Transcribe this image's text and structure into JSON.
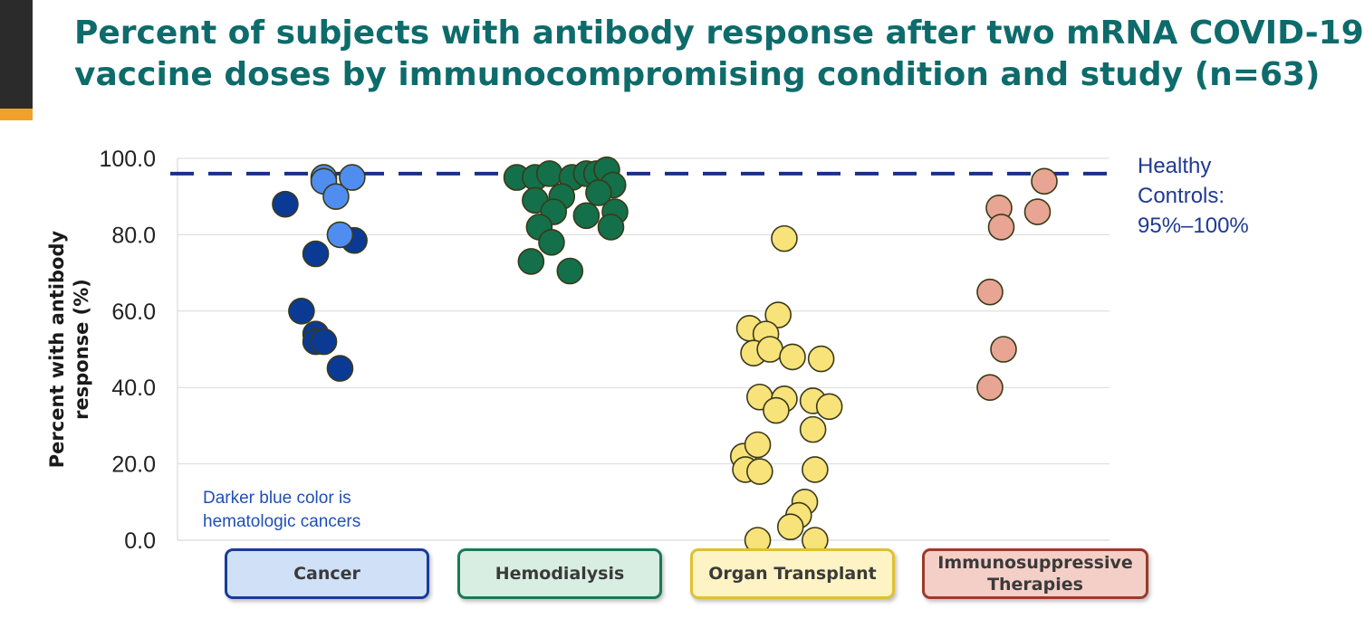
{
  "title_lines": [
    "Percent of subjects with antibody response after two mRNA COVID-19",
    "vaccine doses by immunocompromising condition and study (n=63)"
  ],
  "healthy_controls_lines": [
    "Healthy",
    "Controls:",
    "95%–100%"
  ],
  "note_lines": [
    "Darker blue color is",
    "hematologic cancers"
  ],
  "colors": {
    "title": "#0e6b6b",
    "hematologic": "#0a3a94",
    "solid": "#4f8ef0",
    "hemodialysis": "#13704a",
    "transplant": "#f8e27a",
    "immunosuppressive": "#e8a593",
    "reference_line": "#1a2f86",
    "accent_gold": "#f0a12b",
    "accent_dark": "#2b2b2b"
  },
  "categories": [
    {
      "label": "Cancer",
      "fill": "#cfe0f7",
      "border": "#1a3a9a"
    },
    {
      "label": "Hemodialysis",
      "fill": "#d8eee3",
      "border": "#1a7a55"
    },
    {
      "label": "Organ Transplant",
      "fill": "#fdf3c4",
      "border": "#e0c030"
    },
    {
      "label": "Immunosuppressive Therapies",
      "fill": "#f4cfc7",
      "border": "#9c3a2c"
    }
  ],
  "chart_data": {
    "type": "scatter",
    "title": "Percent of subjects with antibody response after two mRNA COVID-19 vaccine doses by immunocompromising condition and study (n=63)",
    "ylabel": "Percent with antibody response  (%)",
    "ylim": [
      0,
      100
    ],
    "yticks": [
      "0.0",
      "20.0",
      "40.0",
      "60.0",
      "80.0",
      "100.0"
    ],
    "grid": true,
    "reference_line": {
      "y": 96,
      "style": "dashed",
      "label": "Healthy Controls: 95%–100%"
    },
    "series": [
      {
        "name": "Cancer",
        "points": [
          {
            "x": 0.29,
            "y": 88,
            "group": "hematologic"
          },
          {
            "x": 0.44,
            "y": 75,
            "group": "hematologic"
          },
          {
            "x": 0.37,
            "y": 60,
            "group": "hematologic"
          },
          {
            "x": 0.44,
            "y": 54,
            "group": "hematologic"
          },
          {
            "x": 0.44,
            "y": 52,
            "group": "hematologic"
          },
          {
            "x": 0.48,
            "y": 52,
            "group": "hematologic"
          },
          {
            "x": 0.56,
            "y": 45,
            "group": "hematologic"
          },
          {
            "x": 0.63,
            "y": 78.5,
            "group": "hematologic"
          },
          {
            "x": 0.48,
            "y": 95,
            "group": "solid"
          },
          {
            "x": 0.48,
            "y": 94,
            "group": "solid"
          },
          {
            "x": 0.54,
            "y": 90,
            "group": "solid"
          },
          {
            "x": 0.62,
            "y": 95,
            "group": "solid"
          },
          {
            "x": 0.56,
            "y": 80,
            "group": "solid"
          }
        ]
      },
      {
        "name": "Hemodialysis",
        "points": [
          {
            "x": 0.29,
            "y": 95
          },
          {
            "x": 0.38,
            "y": 95
          },
          {
            "x": 0.45,
            "y": 96
          },
          {
            "x": 0.56,
            "y": 95
          },
          {
            "x": 0.63,
            "y": 96
          },
          {
            "x": 0.68,
            "y": 96
          },
          {
            "x": 0.73,
            "y": 97
          },
          {
            "x": 0.76,
            "y": 93
          },
          {
            "x": 0.69,
            "y": 91
          },
          {
            "x": 0.51,
            "y": 90
          },
          {
            "x": 0.38,
            "y": 89
          },
          {
            "x": 0.47,
            "y": 86
          },
          {
            "x": 0.77,
            "y": 86
          },
          {
            "x": 0.63,
            "y": 85
          },
          {
            "x": 0.4,
            "y": 82
          },
          {
            "x": 0.75,
            "y": 82
          },
          {
            "x": 0.46,
            "y": 78
          },
          {
            "x": 0.36,
            "y": 73
          },
          {
            "x": 0.55,
            "y": 70.5
          }
        ]
      },
      {
        "name": "Organ Transplant",
        "points": [
          {
            "x": 0.46,
            "y": 79
          },
          {
            "x": 0.43,
            "y": 59
          },
          {
            "x": 0.29,
            "y": 55.5
          },
          {
            "x": 0.37,
            "y": 54
          },
          {
            "x": 0.31,
            "y": 49
          },
          {
            "x": 0.39,
            "y": 50
          },
          {
            "x": 0.5,
            "y": 48
          },
          {
            "x": 0.64,
            "y": 47.5
          },
          {
            "x": 0.34,
            "y": 37.5
          },
          {
            "x": 0.46,
            "y": 37
          },
          {
            "x": 0.42,
            "y": 34
          },
          {
            "x": 0.6,
            "y": 36.5
          },
          {
            "x": 0.68,
            "y": 35
          },
          {
            "x": 0.6,
            "y": 29
          },
          {
            "x": 0.26,
            "y": 22
          },
          {
            "x": 0.27,
            "y": 18.5
          },
          {
            "x": 0.33,
            "y": 25
          },
          {
            "x": 0.34,
            "y": 18
          },
          {
            "x": 0.61,
            "y": 18.5
          },
          {
            "x": 0.56,
            "y": 10
          },
          {
            "x": 0.53,
            "y": 6.5
          },
          {
            "x": 0.49,
            "y": 3.5
          },
          {
            "x": 0.33,
            "y": 0
          },
          {
            "x": 0.61,
            "y": 0
          }
        ]
      },
      {
        "name": "Immunosuppressive Therapies",
        "points": [
          {
            "x": 0.54,
            "y": 94
          },
          {
            "x": 0.34,
            "y": 87
          },
          {
            "x": 0.51,
            "y": 86
          },
          {
            "x": 0.35,
            "y": 82
          },
          {
            "x": 0.3,
            "y": 65
          },
          {
            "x": 0.36,
            "y": 50
          },
          {
            "x": 0.3,
            "y": 40
          }
        ]
      }
    ]
  }
}
